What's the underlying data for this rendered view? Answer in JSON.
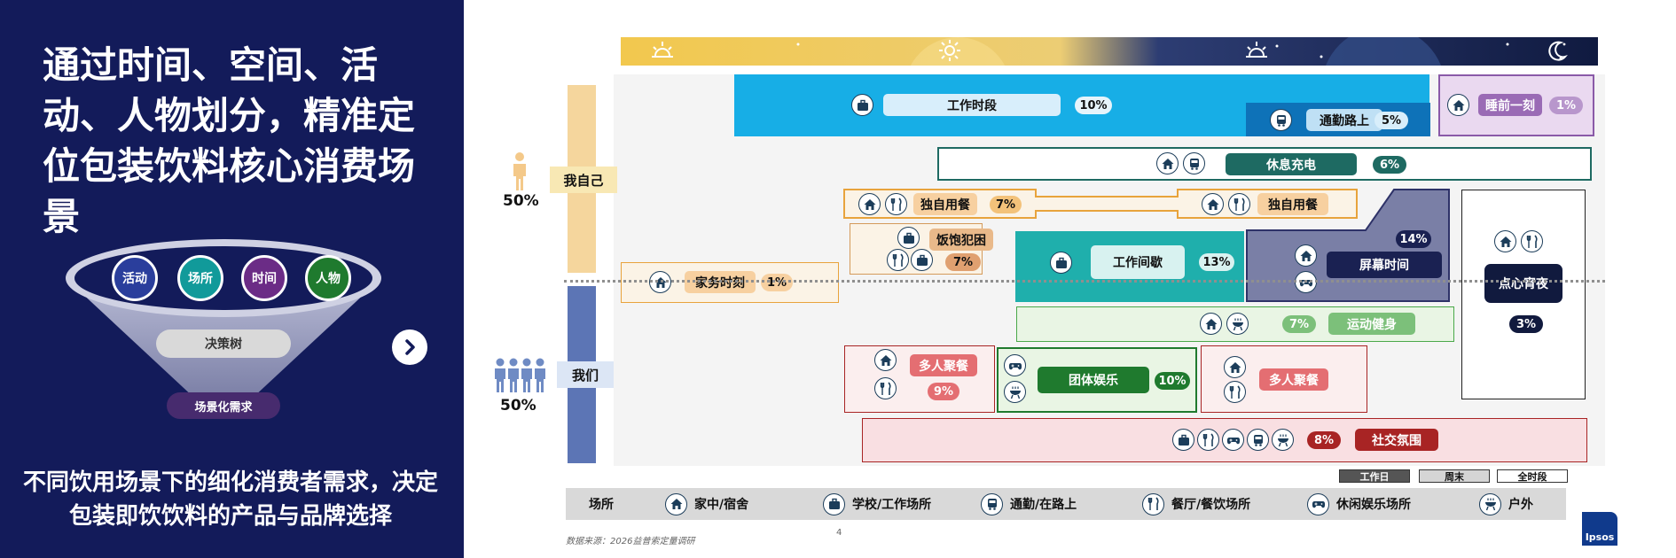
{
  "left": {
    "headline": "通过时间、空间、活动、人物划分，精准定位包装饮料核心消费场景",
    "circles": [
      {
        "label": "活动",
        "color": "#2a3e9c"
      },
      {
        "label": "场所",
        "color": "#119a9a"
      },
      {
        "label": "时间",
        "color": "#6b2c86"
      },
      {
        "label": "人物",
        "color": "#1f7a2e"
      }
    ],
    "decision_tree": "决策树",
    "scene_need": "场景化需求",
    "bottom_text": "不同饮用场景下的细化消费者需求，决定包装即饮饮料的产品与品牌选择"
  },
  "axis": {
    "self_label": "我自己",
    "self_pct": "50%",
    "group_label": "我们",
    "group_pct": "50%"
  },
  "scenes": {
    "work": {
      "label": "工作时段",
      "pct": "10%"
    },
    "commute": {
      "label": "通勤路上",
      "pct": "5%"
    },
    "bedtime": {
      "label": "睡前一刻",
      "pct": "1%"
    },
    "rest": {
      "label": "休息充电",
      "pct": "6%"
    },
    "solo_meal": {
      "label": "独自用餐",
      "pct": "7%"
    },
    "solo_meal_2": {
      "label": "独自用餐"
    },
    "sleepy": {
      "label": "饭饱犯困",
      "pct": "7%"
    },
    "chores": {
      "label": "家务时刻",
      "pct": "1%"
    },
    "work_break": {
      "label": "工作间歇",
      "pct": "13%"
    },
    "screen": {
      "label": "屏幕时间",
      "pct": "14%"
    },
    "snack": {
      "label": "点心宵夜",
      "pct": "3%"
    },
    "sports": {
      "label": "运动健身",
      "pct": "7%"
    },
    "party": {
      "label": "多人聚餐",
      "pct": "9%"
    },
    "team": {
      "label": "团体娱乐",
      "pct": "10%"
    },
    "party_2": {
      "label": "多人聚餐"
    },
    "social": {
      "label": "社交氛围",
      "pct": "8%"
    }
  },
  "legend": {
    "workday": "工作日",
    "weekend": "周末",
    "allday": "全时段"
  },
  "places": {
    "title": "场所",
    "items": [
      {
        "label": "家中/宿舍",
        "icon": "house-icon"
      },
      {
        "label": "学校/工作场所",
        "icon": "briefcase-icon"
      },
      {
        "label": "通勤/在路上",
        "icon": "bus-icon"
      },
      {
        "label": "餐厅/餐饮场所",
        "icon": "utensils-icon"
      },
      {
        "label": "休闲娱乐场所",
        "icon": "gamepad-icon"
      },
      {
        "label": "户外",
        "icon": "grill-icon"
      }
    ]
  },
  "footer": {
    "source": "数据来源：2026益普索定量调研",
    "page": "4",
    "logo": "Ipsos"
  }
}
